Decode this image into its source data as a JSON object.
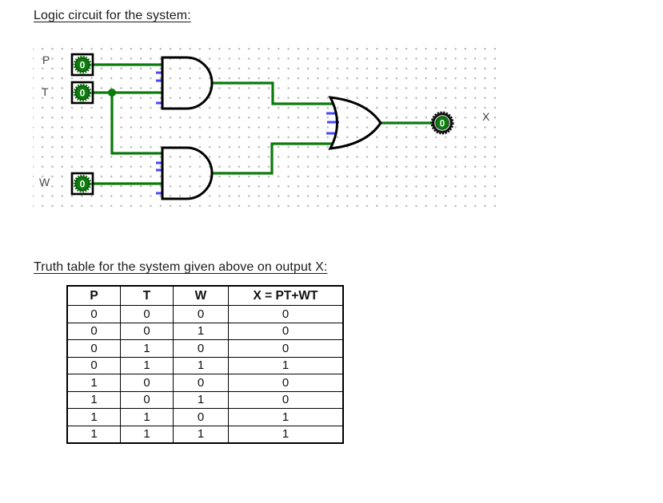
{
  "section1": {
    "title": "Logic circuit for the system:"
  },
  "section2": {
    "title": "Truth table for the system given above on output X:"
  },
  "circuit": {
    "inputs": [
      {
        "label": "P",
        "value": "0"
      },
      {
        "label": "T",
        "value": "0"
      },
      {
        "label": "W",
        "value": "0"
      }
    ],
    "output": {
      "label": "X",
      "value": "0"
    },
    "gates": [
      {
        "type": "AND",
        "id": "and-gate-1"
      },
      {
        "type": "AND",
        "id": "and-gate-2"
      },
      {
        "type": "OR",
        "id": "or-gate"
      }
    ],
    "colors": {
      "wire": "#0a7a0a",
      "gate_outline": "#000000",
      "unused_input_stub": "#4747ff",
      "grid_dot": "#b4b4b4",
      "pin_label": "#474747",
      "toggle_fill": "#0e7c0e"
    }
  },
  "truth_table": {
    "headers": [
      "P",
      "T",
      "W",
      "X = PT+WT"
    ],
    "rows": [
      [
        "0",
        "0",
        "0",
        "0"
      ],
      [
        "0",
        "0",
        "1",
        "0"
      ],
      [
        "0",
        "1",
        "0",
        "0"
      ],
      [
        "0",
        "1",
        "1",
        "1"
      ],
      [
        "1",
        "0",
        "0",
        "0"
      ],
      [
        "1",
        "0",
        "1",
        "0"
      ],
      [
        "1",
        "1",
        "0",
        "1"
      ],
      [
        "1",
        "1",
        "1",
        "1"
      ]
    ]
  }
}
